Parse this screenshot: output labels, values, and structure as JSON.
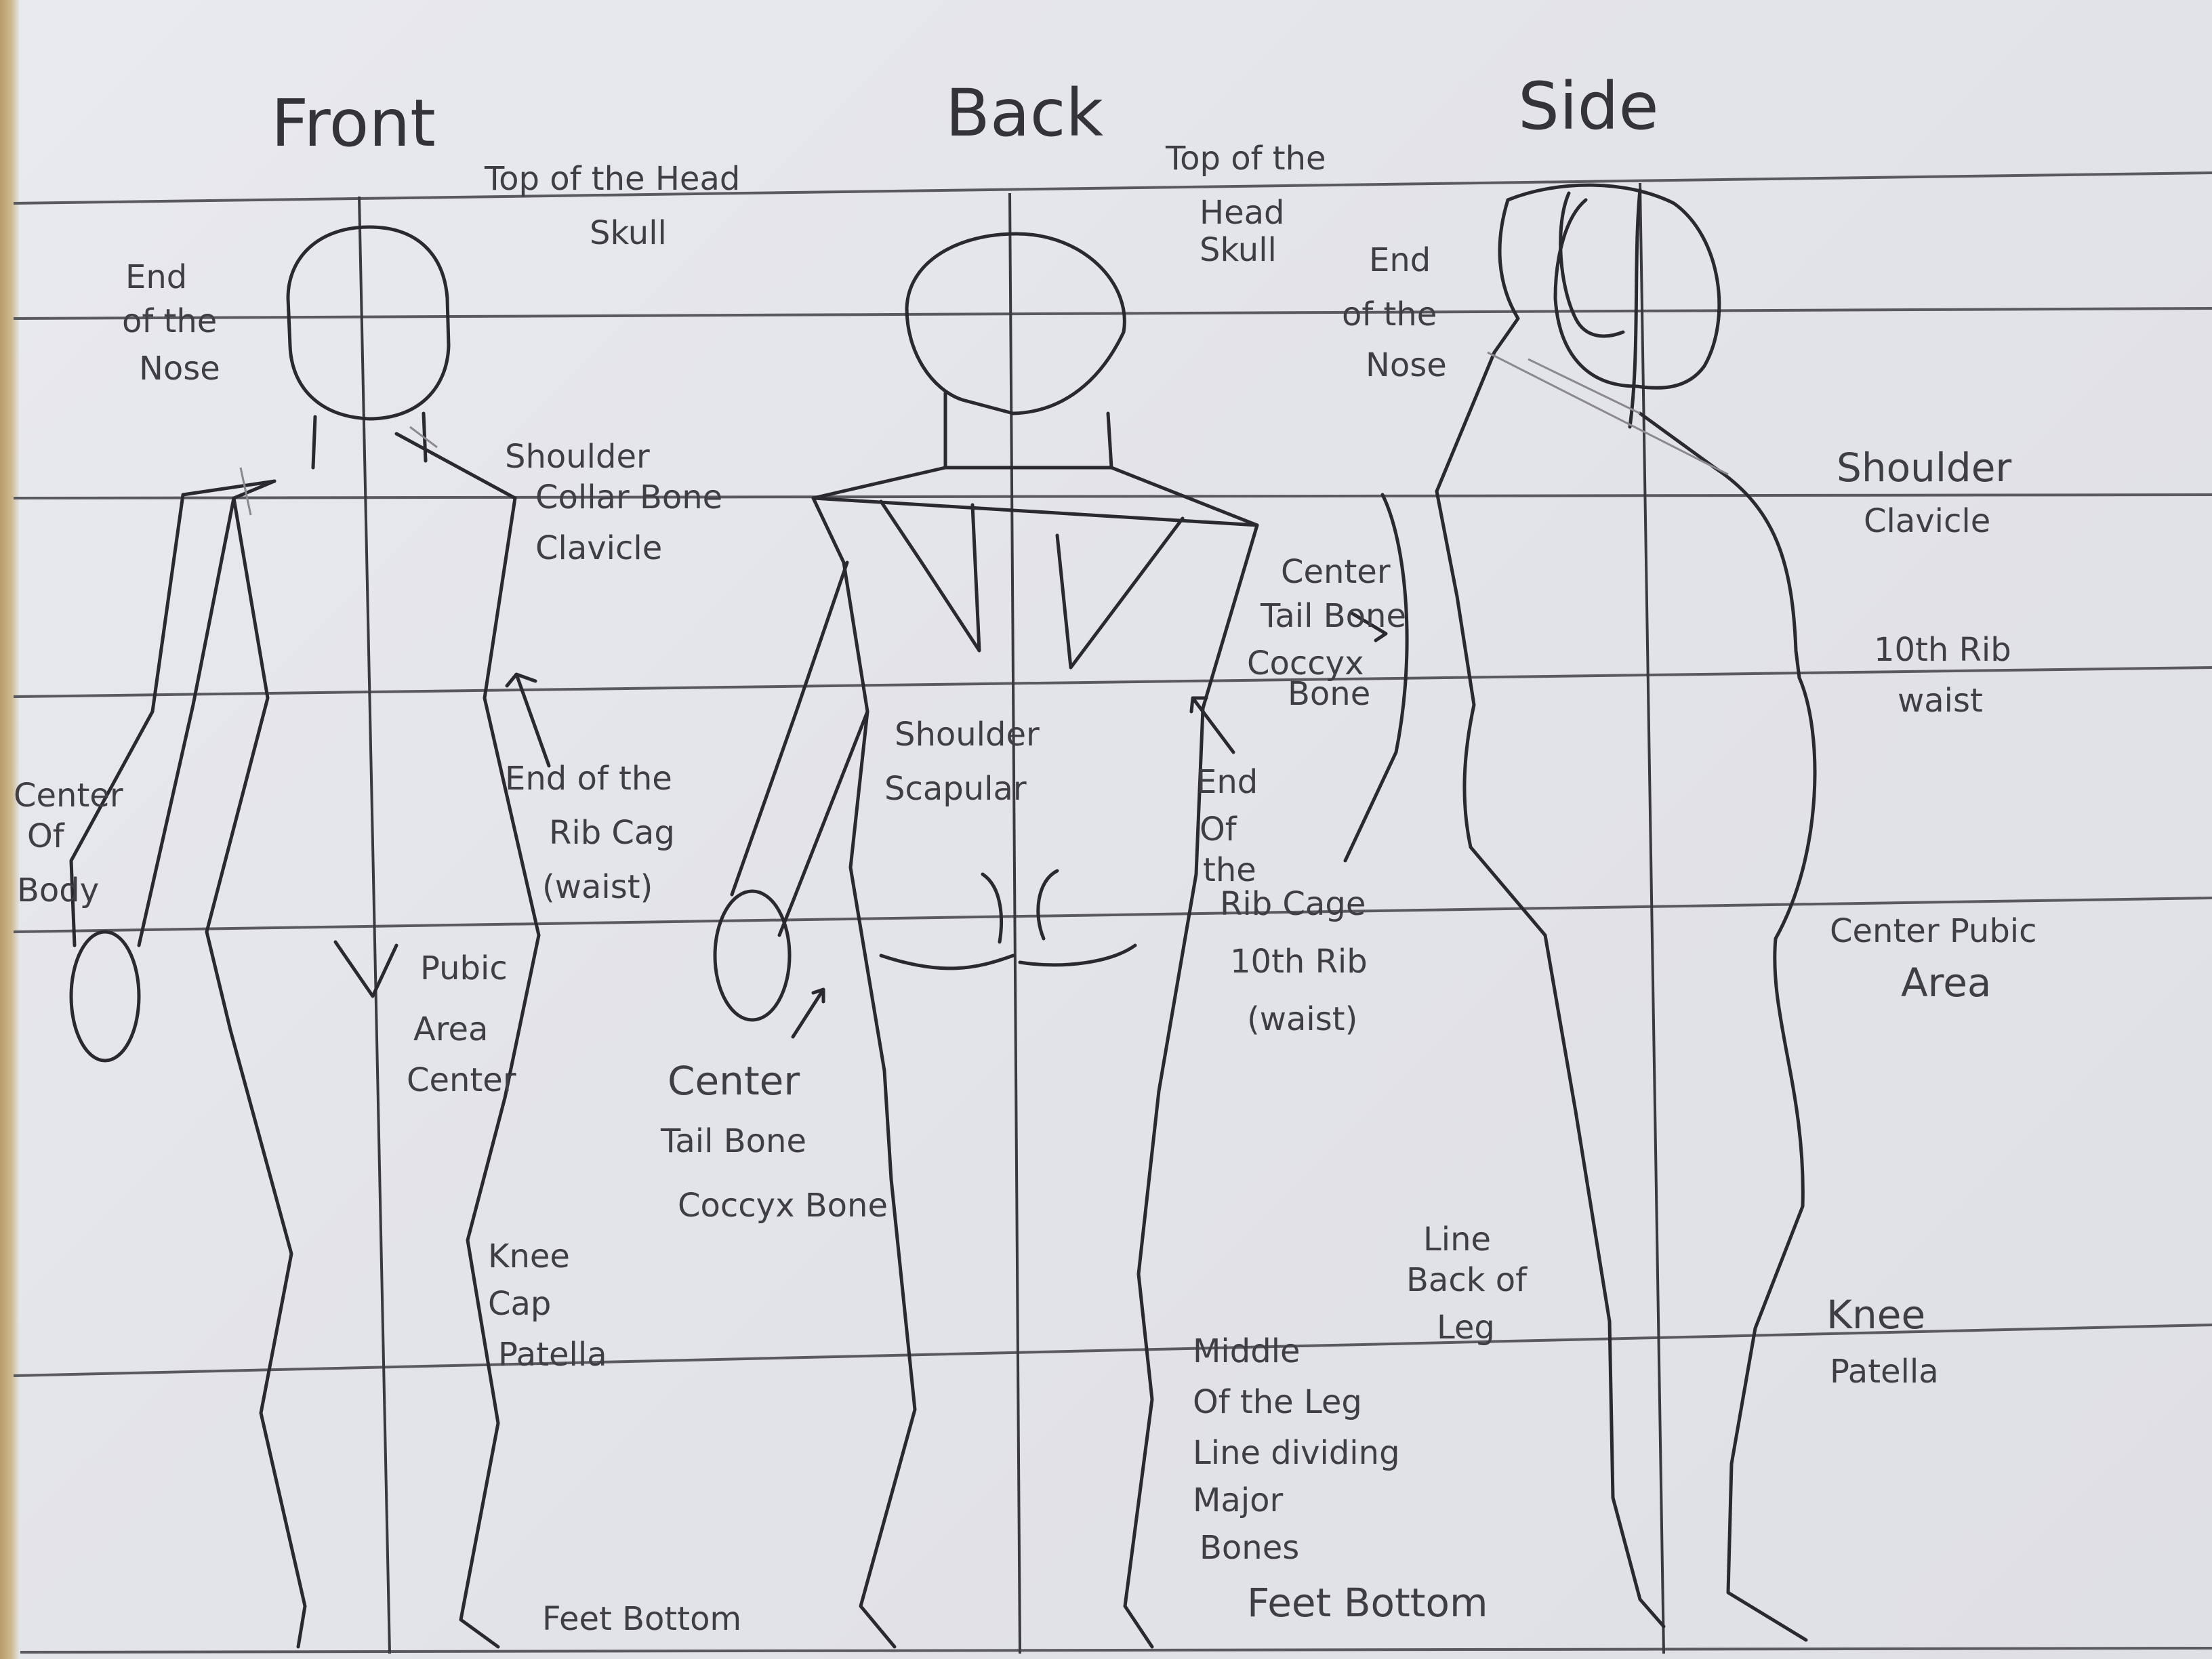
{
  "titles": {
    "front": "Front",
    "back": "Back",
    "side": "Side"
  },
  "labels": {
    "top_head_front_1": "Top of the Head",
    "top_head_front_2": "Skull",
    "top_head_back_1": "Top of the",
    "top_head_back_2": "Head",
    "top_head_back_3": "Skull",
    "nose_front_1": "End",
    "nose_front_2": "of the",
    "nose_front_3": "Nose",
    "nose_side_1": "End",
    "nose_side_2": "of the",
    "nose_side_3": "Nose",
    "shoulder_front_1": "Shoulder",
    "shoulder_front_2": "Collar Bone",
    "shoulder_front_3": "Clavicle",
    "shoulder_side_1": "Shoulder",
    "shoulder_side_2": "Clavicle",
    "center_tail_back_1": "Center",
    "center_tail_back_2": "Tail Bone",
    "center_tail_back_3": "Coccyx",
    "center_tail_back_4": "Bone",
    "rib_side_1": "10th Rib",
    "rib_side_2": "waist",
    "center_body_1": "Center",
    "center_body_2": "Of",
    "center_body_3": "Body",
    "ribcage_front_1": "End of the",
    "ribcage_front_2": "Rib Cag",
    "ribcage_front_3": "(waist)",
    "scapula_1": "Shoulder",
    "scapula_2": "Scapular",
    "ribcage_back_1": "End",
    "ribcage_back_2": "Of",
    "ribcage_back_3": "the",
    "ribcage_back_4": "Rib Cage",
    "ribcage_back_5": "10th Rib",
    "ribcage_back_6": "(waist)",
    "pubic_front_1": "Pubic",
    "pubic_front_2": "Area",
    "pubic_front_3": "Center",
    "pubic_side_1": "Center Pubic",
    "pubic_side_2": "Area",
    "coccyx_front_1": "Center",
    "coccyx_front_2": "Tail Bone",
    "coccyx_front_3": "Coccyx Bone",
    "knee_front_1": "Knee",
    "knee_front_2": "Cap",
    "knee_front_3": "Patella",
    "line_back_1": "Line",
    "line_back_2": "Back of",
    "line_back_3": "Leg",
    "knee_side_1": "Knee",
    "knee_side_2": "Patella",
    "middle_leg_1": "Middle",
    "middle_leg_2": "Of the Leg",
    "middle_leg_3": "Line dividing",
    "middle_leg_4": "Major",
    "middle_leg_5": "Bones",
    "feet_front": "Feet Bottom",
    "feet_back": "Feet Bottom"
  }
}
